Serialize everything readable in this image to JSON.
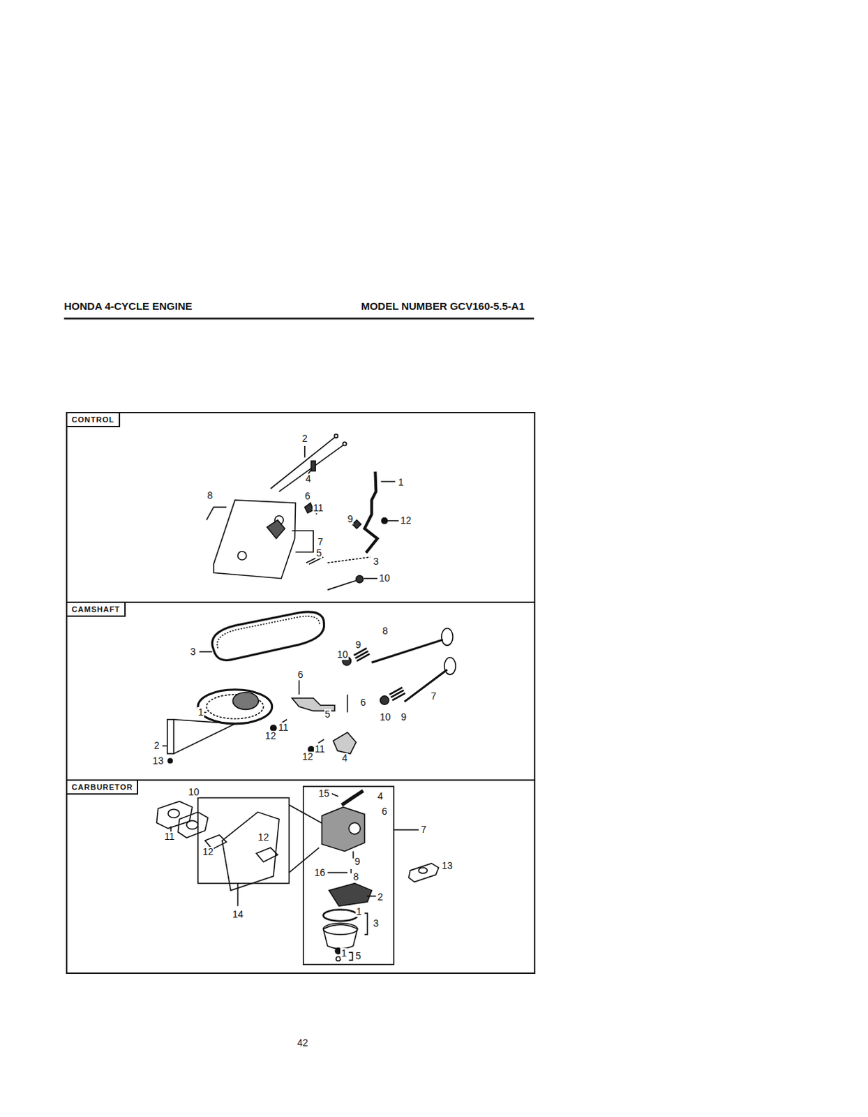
{
  "diagram": {
    "title": "HONDA 4-CYCLE ENGINE",
    "nodes": [
      {
        "text": [
          "CONTROL"
        ]
      },
      {
        "text": [
          "CAMSHAFT"
        ]
      },
      {
        "text": [
          "CARBURETOR"
        ]
      }
    ],
    "labels": [
      "MODEL NUMBER GCV160-5.5-A1",
      "2",
      "4",
      "1",
      "8",
      "6",
      "11",
      "9",
      "12",
      "7",
      "5",
      "3",
      "10",
      "8",
      "3",
      "10",
      "9",
      "6",
      "6",
      "5",
      "1",
      "7",
      "10",
      "9",
      "12",
      "11",
      "2",
      "12",
      "11",
      "4",
      "13",
      "10",
      "11",
      "12",
      "12",
      "14",
      "15",
      "4",
      "6",
      "7",
      "13",
      "9",
      "16",
      "8",
      "2",
      "1",
      "3",
      "1",
      "5",
      "42"
    ]
  }
}
